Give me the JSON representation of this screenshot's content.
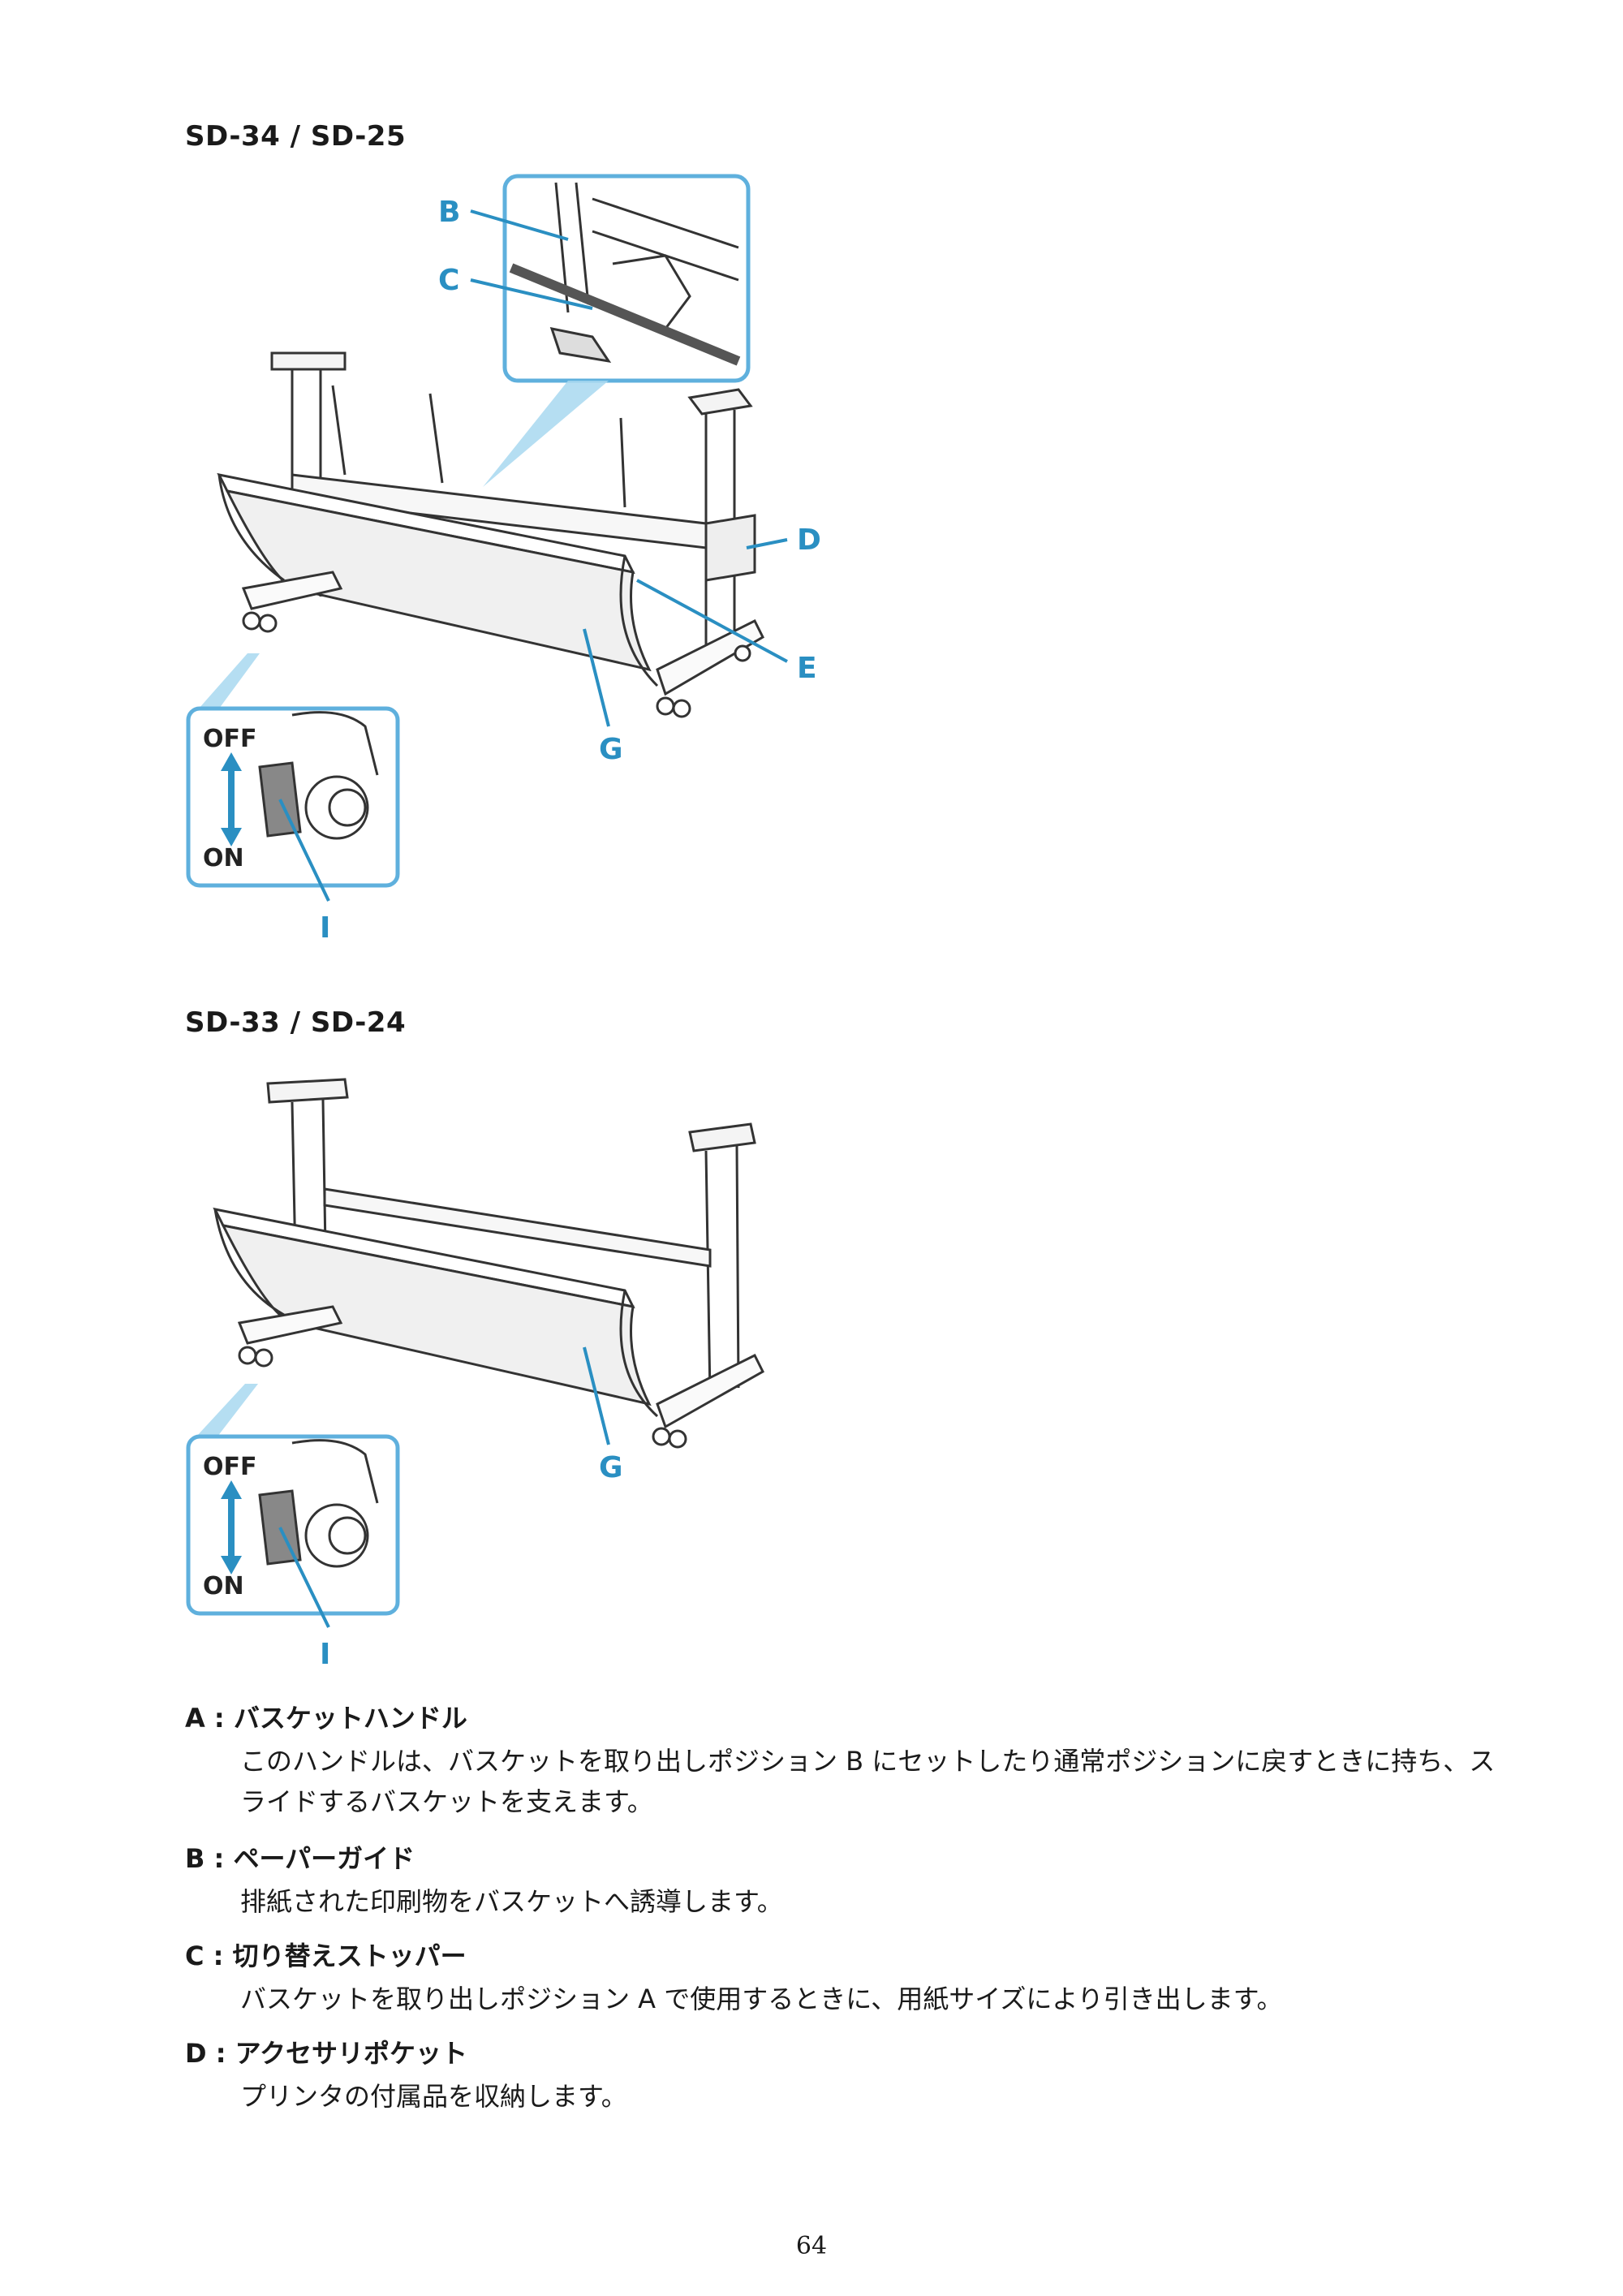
{
  "sections": [
    {
      "title": "SD-34 / SD-25"
    },
    {
      "title": "SD-33 / SD-24"
    }
  ],
  "figure1": {
    "callouts": {
      "b": "B",
      "c": "C",
      "d": "D",
      "e": "E",
      "g": "G",
      "i": "I"
    },
    "switch": {
      "off": "OFF",
      "on": "ON"
    }
  },
  "figure2": {
    "callouts": {
      "g": "G",
      "i": "I"
    },
    "switch": {
      "off": "OFF",
      "on": "ON"
    }
  },
  "parts": [
    {
      "head": "A : バスケットハンドル",
      "desc": "このハンドルは、バスケットを取り出しポジション B にセットしたり通常ポジションに戻すときに持ち、スライドするバスケットを支えます。"
    },
    {
      "head": "B : ペーパーガイド",
      "desc": "排紙された印刷物をバスケットへ誘導します。"
    },
    {
      "head": "C : 切り替えストッパー",
      "desc": "バスケットを取り出しポジション A で使用するときに、用紙サイズにより引き出します。"
    },
    {
      "head": "D : アクセサリポケット",
      "desc": "プリンタの付属品を収納します。"
    }
  ],
  "page_number": "64",
  "colors": {
    "accent": "#2a8fc2",
    "line": "#333333"
  }
}
